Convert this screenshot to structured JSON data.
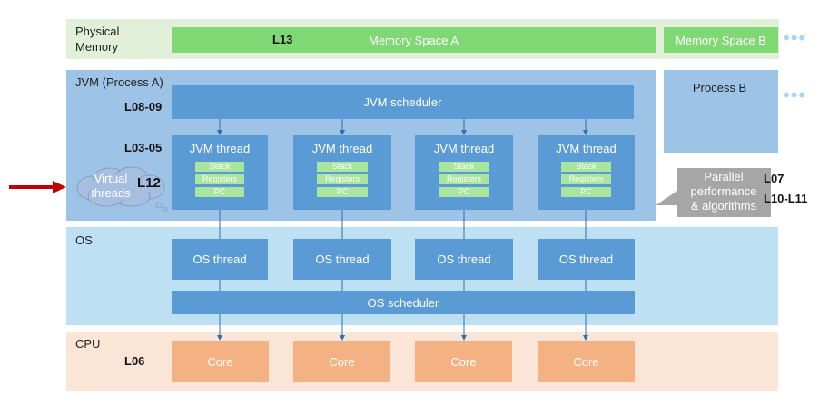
{
  "physical_memory": {
    "label": "Physical\nMemory",
    "lecture": "L13",
    "space_a": "Memory Space A",
    "space_b": "Memory Space B",
    "more": "•••"
  },
  "jvm": {
    "label": "JVM (Process A)",
    "scheduler_lecture": "L08-09",
    "scheduler": "JVM scheduler",
    "threads_lecture": "L03-05",
    "thread_title": "JVM thread",
    "thread_items": [
      "Stack",
      "Registers",
      "PC"
    ],
    "virtual_threads": "Virtual\nthreads",
    "virtual_lecture": "L12"
  },
  "process_b": {
    "label": "Process B",
    "more": "•••"
  },
  "parallel": {
    "callout": "Parallel\nperformance\n& algorithms",
    "lecture_1": "L07",
    "lecture_2": "L10-L11"
  },
  "os": {
    "label": "OS",
    "thread": "OS thread",
    "scheduler": "OS scheduler"
  },
  "cpu": {
    "label": "CPU",
    "lecture": "L06",
    "core": "Core"
  },
  "colors": {
    "memory_layer": "#e2f0d9",
    "memory_bar": "#7fd873",
    "jvm_layer": "#9dc3e6",
    "blue_box": "#5b9bd5",
    "os_layer": "#bde0f2",
    "cpu_layer": "#fbe5d6",
    "core": "#f4b183",
    "arrow_red": "#c00000",
    "callout_gray": "#a6a6a6"
  }
}
